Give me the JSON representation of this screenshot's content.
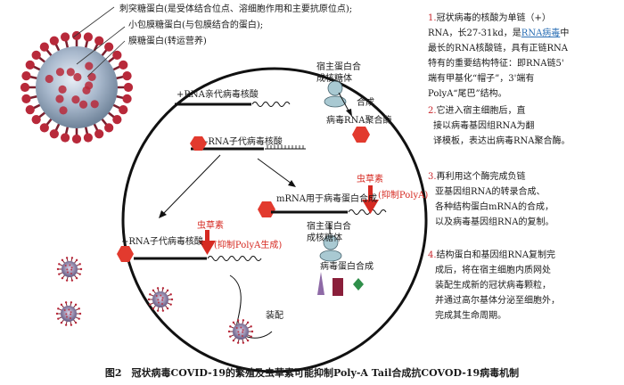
{
  "virus_labels": {
    "spike": "刺突糖蛋白(是受体结合位点、溶细胞作用和主要抗原位点);",
    "small_envelope": "小包膜糖蛋白(与包膜结合的蛋白);",
    "membrane": "膜糖蛋白(转运营养)"
  },
  "diagram": {
    "plus_rna": "+RNA亲代病毒核酸",
    "host_ribosome_1": [
      "宿主蛋白合",
      "成核糖体"
    ],
    "synthesis": "合成",
    "rna_polymerase_1": "病毒RNA聚合酶",
    "minus_rna": "-RNA子代病毒核酸",
    "cordycepin_1": "虫草素",
    "inhibit_polya_1": "(抑制PolyA)",
    "mrna": "mRNA用于病毒蛋白合成",
    "cordycepin_2": "虫草素",
    "inhibit_polya_2": "(抑制PolyA生成)",
    "plus_rna_child": "+RNA子代病毒核酸",
    "host_ribosome_2": [
      "宿主蛋白合",
      "成核糖体"
    ],
    "protein_synthesis": "病毒蛋白合成",
    "assembly": "装配"
  },
  "notes": {
    "n1": {
      "num": "1.",
      "text1": "冠状病毒的核酸为单链（+）",
      "text2a": "RNA，长27-31kd，是",
      "link": "RNA病毒",
      "text2b": "中",
      "text3": "最长的RNA核酸链，具有正链RNA",
      "text4": "特有的重要结构特征：即RNA链5'",
      "text5": "端有甲基化“帽子”，3'端有",
      "text6": "PolyA“尾巴”结构。"
    },
    "n2": {
      "num": "2.",
      "text1": "它进入宿主细胞后，直",
      "text2": "接以病毒基因组RNA为翻",
      "text3": "译模板，表达出病毒RNA聚合酶。"
    },
    "n3": {
      "num": "3.",
      "text1": "再利用这个酶完成负链",
      "text2": "亚基因组RNA的转录合成、",
      "text3": "各种结构蛋白mRNA的合成，",
      "text4": "以及病毒基因组RNA的复制。"
    },
    "n4": {
      "num": "4.",
      "text1": "结构蛋白和基因组RNA复制完",
      "text2": "成后，将在宿主细胞内质网处",
      "text3": "装配生成新的冠状病毒颗粒，",
      "text4": "并通过高尔基体分泌至细胞外，",
      "text5": "完成其生命周期。"
    }
  },
  "caption": "图2　冠状病毒COVID-19的繁殖及虫草素可能抑制Poly-A Tail合成抗COVOD-19病毒机制",
  "colors": {
    "red": "#d62a22",
    "hexagon": "#e23a2e",
    "ribosome": "#a9c9d2",
    "virus_body": "#8fa3b8",
    "spike": "#b8293a",
    "purple_triangle": "#8e6aa6",
    "maroon_rect": "#8a1f3a",
    "green_diamond": "#2f8f4a"
  }
}
